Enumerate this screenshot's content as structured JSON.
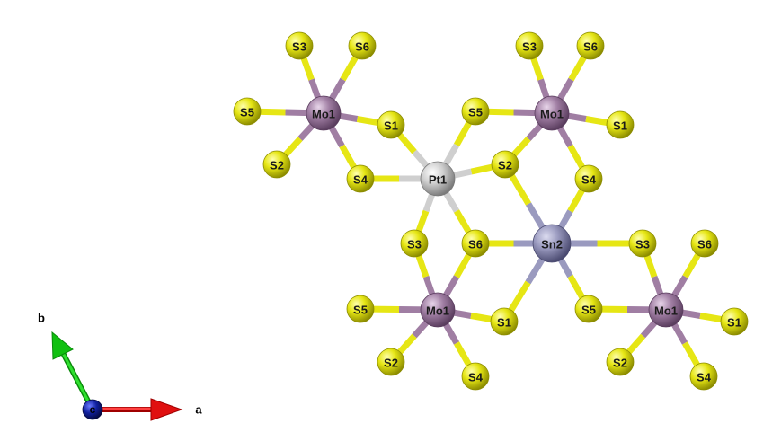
{
  "colors": {
    "S": "#e6e614",
    "S_dark": "#8c8c00",
    "Mo": "#a07ea3",
    "Mo_dark": "#5a3d5e",
    "Pt": "#cfcfcf",
    "Pt_dark": "#7a7a7a",
    "Sn": "#9a9abf",
    "Sn_dark": "#4a4a70",
    "axis_a": "#e01010",
    "axis_b": "#10c010",
    "axis_c": "#1020a0"
  },
  "atoms": [
    {
      "id": "mo1a",
      "label": "Mo1",
      "element": "Mo"
    },
    {
      "id": "s3a",
      "label": "S3",
      "element": "S"
    },
    {
      "id": "s6a",
      "label": "S6",
      "element": "S"
    },
    {
      "id": "s5a",
      "label": "S5",
      "element": "S"
    },
    {
      "id": "s1a",
      "label": "S1",
      "element": "S"
    },
    {
      "id": "s2a",
      "label": "S2",
      "element": "S"
    },
    {
      "id": "s4a",
      "label": "S4",
      "element": "S"
    },
    {
      "id": "pt1",
      "label": "Pt1",
      "element": "Pt"
    },
    {
      "id": "mo1b",
      "label": "Mo1",
      "element": "Mo"
    },
    {
      "id": "s3b",
      "label": "S3",
      "element": "S"
    },
    {
      "id": "s6b",
      "label": "S6",
      "element": "S"
    },
    {
      "id": "s5b",
      "label": "S5",
      "element": "S"
    },
    {
      "id": "s1b",
      "label": "S1",
      "element": "S"
    },
    {
      "id": "s2b",
      "label": "S2",
      "element": "S"
    },
    {
      "id": "s4b",
      "label": "S4",
      "element": "S"
    },
    {
      "id": "s3c",
      "label": "S3",
      "element": "S"
    },
    {
      "id": "s6c",
      "label": "S6",
      "element": "S"
    },
    {
      "id": "sn2",
      "label": "Sn2",
      "element": "Sn"
    },
    {
      "id": "s3d",
      "label": "S3",
      "element": "S"
    },
    {
      "id": "s6d",
      "label": "S6",
      "element": "S"
    },
    {
      "id": "mo1c",
      "label": "Mo1",
      "element": "Mo"
    },
    {
      "id": "s5c",
      "label": "S5",
      "element": "S"
    },
    {
      "id": "s1c",
      "label": "S1",
      "element": "S"
    },
    {
      "id": "s2c",
      "label": "S2",
      "element": "S"
    },
    {
      "id": "s4c",
      "label": "S4",
      "element": "S"
    },
    {
      "id": "s5d",
      "label": "S5",
      "element": "S"
    },
    {
      "id": "mo1d",
      "label": "Mo1",
      "element": "Mo"
    },
    {
      "id": "s1d",
      "label": "S1",
      "element": "S"
    },
    {
      "id": "s2d",
      "label": "S2",
      "element": "S"
    },
    {
      "id": "s4d",
      "label": "S4",
      "element": "S"
    }
  ],
  "bonds": [
    [
      "mo1a",
      "s3a"
    ],
    [
      "mo1a",
      "s6a"
    ],
    [
      "mo1a",
      "s5a"
    ],
    [
      "mo1a",
      "s1a"
    ],
    [
      "mo1a",
      "s2a"
    ],
    [
      "mo1a",
      "s4a"
    ],
    [
      "pt1",
      "s1a"
    ],
    [
      "pt1",
      "s4a"
    ],
    [
      "pt1",
      "s5b"
    ],
    [
      "pt1",
      "s2b"
    ],
    [
      "pt1",
      "s3c"
    ],
    [
      "pt1",
      "s6c"
    ],
    [
      "mo1b",
      "s3b"
    ],
    [
      "mo1b",
      "s6b"
    ],
    [
      "mo1b",
      "s5b"
    ],
    [
      "mo1b",
      "s1b"
    ],
    [
      "mo1b",
      "s2b"
    ],
    [
      "mo1b",
      "s4b"
    ],
    [
      "sn2",
      "s2b"
    ],
    [
      "sn2",
      "s4b"
    ],
    [
      "sn2",
      "s6c"
    ],
    [
      "sn2",
      "s3d"
    ],
    [
      "sn2",
      "s1c"
    ],
    [
      "sn2",
      "s5d"
    ],
    [
      "mo1c",
      "s3c"
    ],
    [
      "mo1c",
      "s6c"
    ],
    [
      "mo1c",
      "s5c"
    ],
    [
      "mo1c",
      "s1c"
    ],
    [
      "mo1c",
      "s2c"
    ],
    [
      "mo1c",
      "s4c"
    ],
    [
      "mo1d",
      "s3d"
    ],
    [
      "mo1d",
      "s6d"
    ],
    [
      "mo1d",
      "s5d"
    ],
    [
      "mo1d",
      "s1d"
    ],
    [
      "mo1d",
      "s2d"
    ],
    [
      "mo1d",
      "s4d"
    ]
  ],
  "axes": {
    "a_label": "a",
    "b_label": "b",
    "c_label": "c"
  }
}
